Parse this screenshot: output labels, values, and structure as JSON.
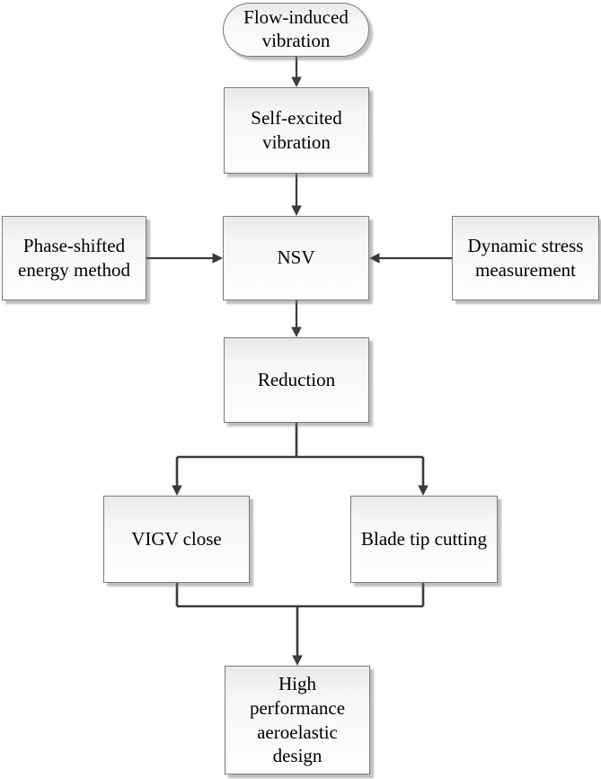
{
  "diagram": {
    "nodes": {
      "flow_induced": "Flow-induced vibration",
      "self_excited": "Self-excited vibration",
      "phase_shifted": "Phase-shifted energy method",
      "nsv": "NSV",
      "dynamic_stress": "Dynamic stress measurement",
      "reduction": "Reduction",
      "vigv_close": "VIGV close",
      "blade_tip": "Blade tip cutting",
      "high_performance": "High performance aeroelastic design"
    },
    "colors": {
      "border": "#7a7a7a",
      "arrow": "#3a3a3a",
      "fill_top": "#e9e9e9",
      "fill_bottom": "#fdfdfd"
    }
  }
}
